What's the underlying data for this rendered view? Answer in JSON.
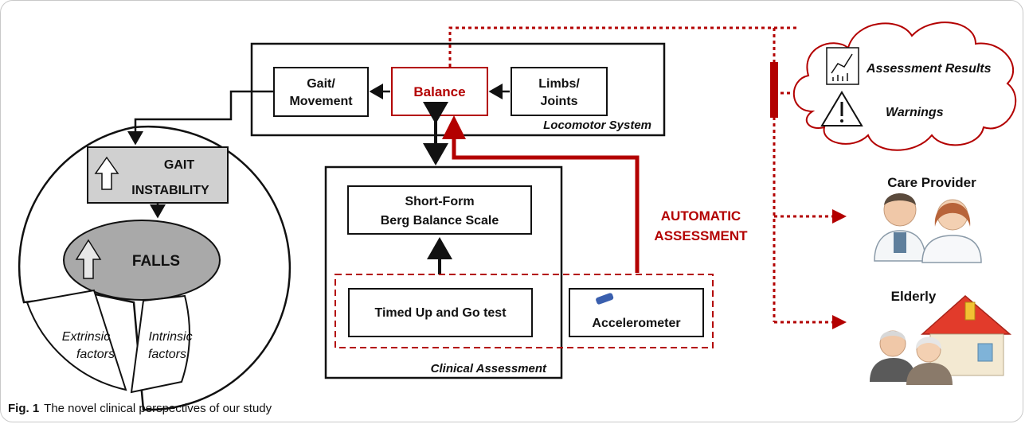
{
  "nodes": {
    "gait_movement": [
      "Gait/",
      "Movement"
    ],
    "balance": "Balance",
    "limbs_joints": [
      "Limbs/",
      "Joints"
    ],
    "locomotor_system": "Locomotor System",
    "gait_instability": [
      "GAIT",
      "INSTABILITY"
    ],
    "falls": "FALLS",
    "extrinsic": [
      "Extrinsic",
      "factors"
    ],
    "intrinsic": [
      "Intrinsic",
      "factors"
    ],
    "berg": [
      "Short-Form",
      "Berg Balance Scale"
    ],
    "tug": "Timed Up and Go test",
    "accelerometer": "Accelerometer",
    "clinical_assessment": "Clinical Assessment",
    "automatic": [
      "AUTOMATIC",
      "ASSESSMENT"
    ],
    "assessment_results": "Assessment Results",
    "warnings": "Warnings",
    "care_provider": "Care Provider",
    "elderly": "Elderly"
  },
  "caption": {
    "label": "Fig. 1",
    "text": "The novel clinical perspectives of our study"
  },
  "colors": {
    "accent_red": "#b30000",
    "box_grey": "#d0d0d0",
    "falls_grey": "#a9a9a9"
  }
}
